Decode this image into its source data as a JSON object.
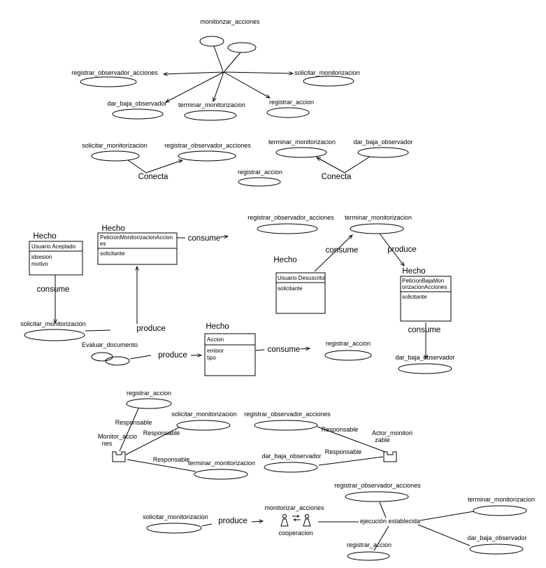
{
  "s1": {
    "collab": "monitorizar_acciones",
    "uc_registrar_observador": "registrar_observador_acciones",
    "uc_solicitar": "solicitar_monitorizacion",
    "uc_dar_baja": "dar_baja_observador",
    "uc_terminar": "terminar_monitorizacion",
    "uc_registrar_accion": "registrar_accion"
  },
  "s2": {
    "uc_solicitar": "solicitar_monitorizacion",
    "uc_registrar_observador": "registrar_observador_acciones",
    "uc_terminar": "terminar_monitorizacion",
    "uc_dar_baja": "dar_baja_observador",
    "uc_registrar_accion": "registrar_accion",
    "conecta": "Conecta"
  },
  "s3": {
    "uc_registrar_observador": "registrar_observador_acciones",
    "uc_terminar": "terminar_monitorizacion",
    "uc_solicitar": "solicitar_monitorizacion",
    "uc_registrar_accion": "registrar_accion",
    "uc_dar_baja": "dar_baja_observador",
    "collab_evaluar": "Evaluar_documento",
    "hecho": "Hecho",
    "consume": "consume",
    "produce": "produce",
    "box_usuario_aceptado": {
      "title": "Usuario Aceptado",
      "attr1": "idsesion",
      "attr2": "motivo"
    },
    "box_peticion_monitorizacion": {
      "title1": "PeticionMonitorizacionAccion",
      "title2": "es",
      "attr1": "solicitante"
    },
    "box_usuario_desuscrito": {
      "title": "Usuario Desuscrito",
      "attr1": "solicitante"
    },
    "box_peticion_baja": {
      "title1": "PeticionBajaMon",
      "title2": "orizacionAcciones",
      "attr1": "solicitante"
    },
    "box_accion": {
      "title": "Accion",
      "attr1": "emisor",
      "attr2": "tipo"
    }
  },
  "s4": {
    "uc_registrar_accion": "registrar_accion",
    "uc_solicitar": "solicitar_monitorizacion",
    "uc_registrar_observador": "registrar_observador_acciones",
    "uc_terminar": "terminar_monitorizacion",
    "uc_dar_baja": "dar_baja_observador",
    "responsable": "Responsable",
    "actor_monitor_line1": "Monitor_accio",
    "actor_monitor_line2": "nes",
    "actor_monitorizable_line1": "Actor_monitori",
    "actor_monitorizable_line2": "zable"
  },
  "s5": {
    "uc_registrar_observador": "registrar_observador_acciones",
    "uc_solicitar": "solicitar_monitorizacion",
    "uc_terminar": "terminar_monitorizacion",
    "uc_dar_baja": "dar_baja_observador",
    "uc_registrar_accion": "registrar_accion",
    "collab": "monitorizar_acciones",
    "cooperacion": "cooperacion",
    "produce": "produce",
    "ejecucion": "ejecución establecida"
  }
}
